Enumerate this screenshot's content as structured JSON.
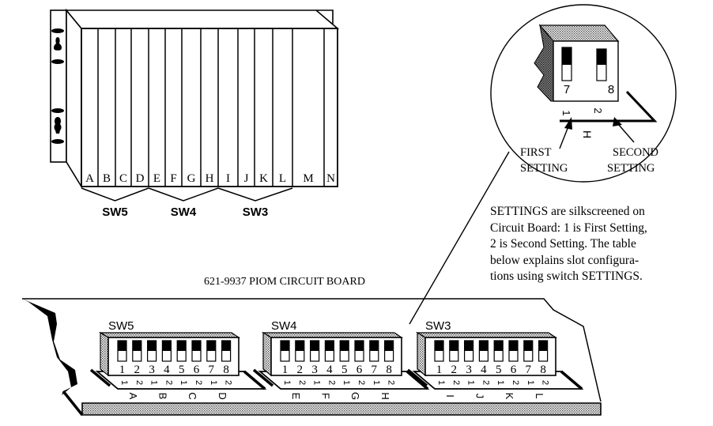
{
  "diagram": {
    "type": "hardware-configuration-illustration",
    "chassis": {
      "slots": [
        "A",
        "B",
        "C",
        "D",
        "E",
        "F",
        "G",
        "H",
        "I",
        "J",
        "K",
        "L",
        "M",
        "N"
      ],
      "switch_groups": [
        {
          "label": "SW5",
          "slots": [
            "A",
            "B",
            "C",
            "D"
          ]
        },
        {
          "label": "SW4",
          "slots": [
            "E",
            "F",
            "G",
            "H"
          ]
        },
        {
          "label": "SW3",
          "slots": [
            "I",
            "J",
            "K",
            "L"
          ]
        }
      ]
    },
    "detail_callout": {
      "switch_numbers": [
        "7",
        "8"
      ],
      "setting_marks": [
        "1",
        "2"
      ],
      "slot_letter": "H",
      "first_setting_label": [
        "FIRST",
        "SETTING"
      ],
      "second_setting_label": [
        "SECOND",
        "SETTING"
      ]
    },
    "note_lines": [
      "SETTINGS  are silkscreened on",
      "Circuit Board: 1 is First Setting,",
      "2 is Second Setting.  The table",
      "below explains slot configura-",
      "tions using switch SETTINGS."
    ],
    "board": {
      "label": "621-9937 PIOM CIRCUIT BOARD",
      "switches": [
        {
          "label": "SW5",
          "positions": [
            "1",
            "2",
            "3",
            "4",
            "5",
            "6",
            "7",
            "8"
          ],
          "settings": [
            "1",
            "2",
            "1",
            "2",
            "1",
            "2",
            "1",
            "2"
          ],
          "slots": [
            "A",
            "B",
            "C",
            "D"
          ]
        },
        {
          "label": "SW4",
          "positions": [
            "1",
            "2",
            "3",
            "4",
            "5",
            "6",
            "7",
            "8"
          ],
          "settings": [
            "1",
            "2",
            "1",
            "2",
            "1",
            "2",
            "1",
            "2"
          ],
          "slots": [
            "E",
            "F",
            "G",
            "H"
          ]
        },
        {
          "label": "SW3",
          "positions": [
            "1",
            "2",
            "3",
            "4",
            "5",
            "6",
            "7",
            "8"
          ],
          "settings": [
            "1",
            "2",
            "1",
            "2",
            "1",
            "2",
            "1",
            "2"
          ],
          "slots": [
            "I",
            "J",
            "K",
            "L"
          ]
        }
      ]
    }
  }
}
